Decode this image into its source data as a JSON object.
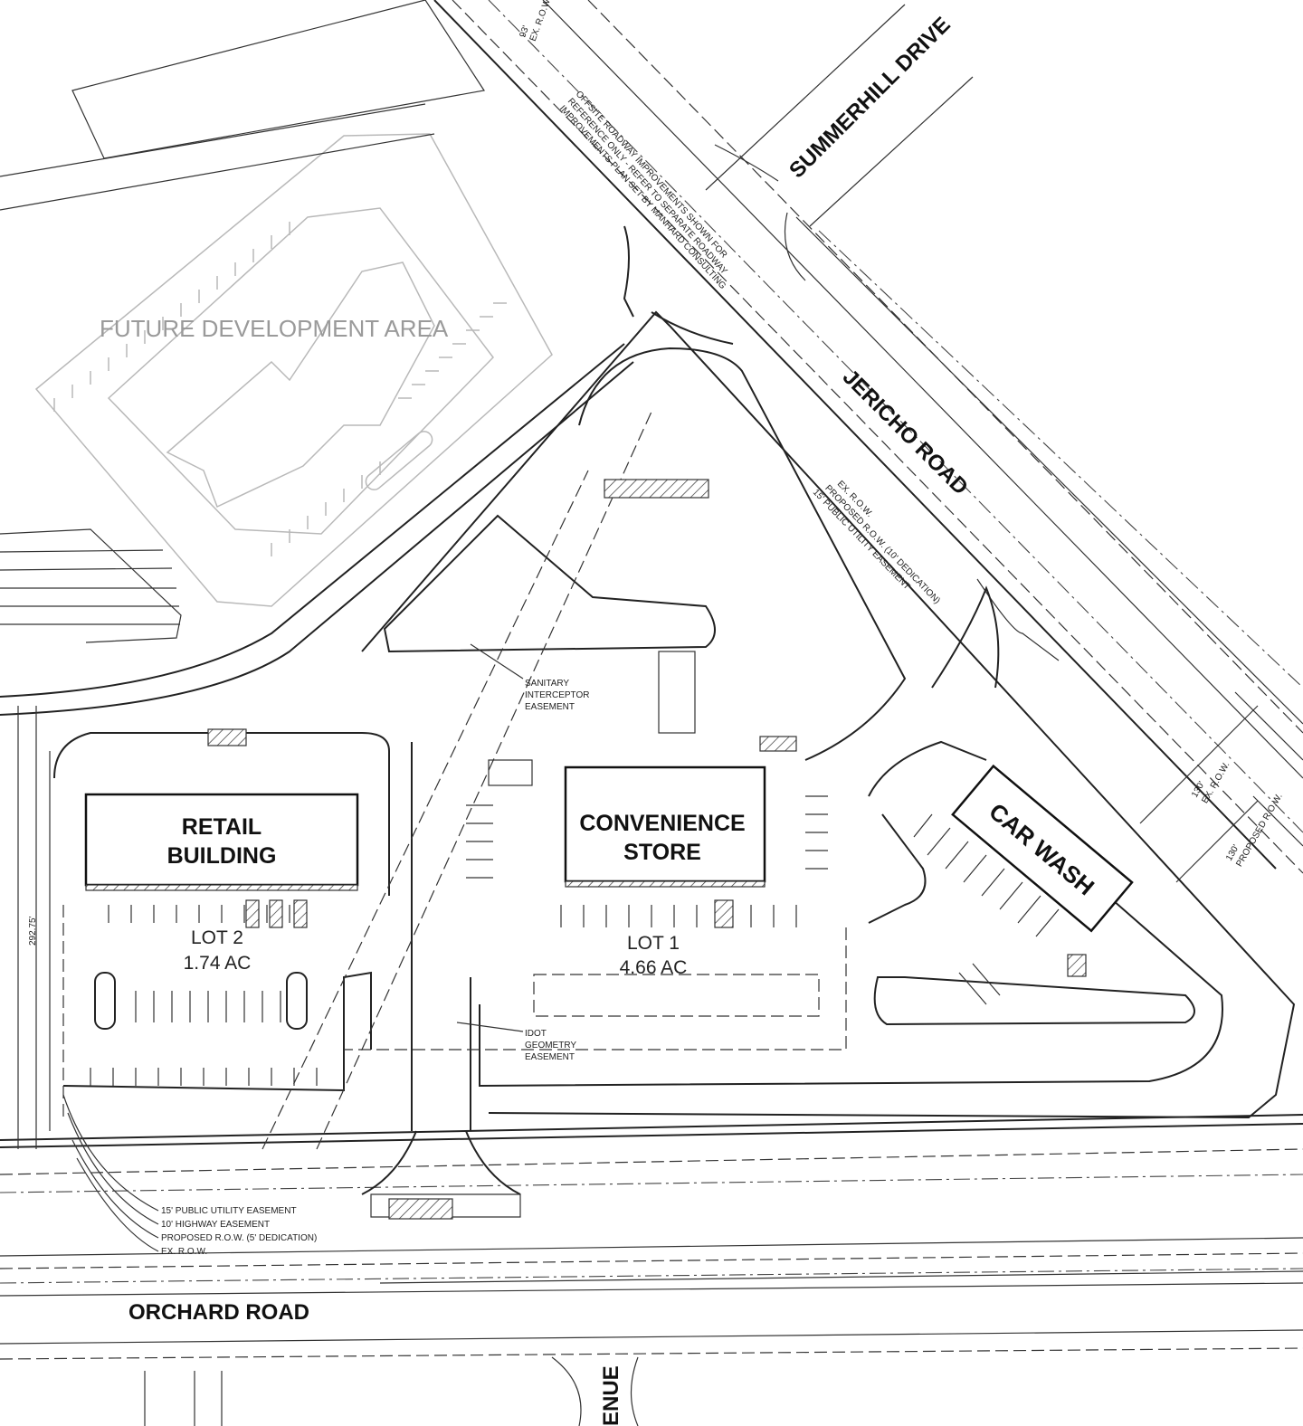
{
  "labels": {
    "future_development": "FUTURE DEVELOPMENT AREA",
    "summerhill_drive": "SUMMERHILL DRIVE",
    "jericho_road": "JERICHO ROAD",
    "orchard_road": "ORCHARD ROAD",
    "venue_street": "ENUE",
    "retail_building_line1": "RETAIL",
    "retail_building_line2": "BUILDING",
    "convenience_line1": "CONVENIENCE",
    "convenience_line2": "STORE",
    "car_wash": "CAR WASH",
    "lot2_name": "LOT 2",
    "lot2_area": "1.74 AC",
    "lot1_name": "LOT 1",
    "lot1_area": "4.66 AC",
    "dimension_292": "292.75'"
  },
  "notes": {
    "offsite_line1": "OFFSITE ROADWAY IMPROVEMENTS SHOWN FOR",
    "offsite_line2": "REFERENCE ONLY - REFER TO SEPARATE ROADWAY",
    "offsite_line3": "IMPROVEMENTS PLAN SET BY MANHARD CONSULTING",
    "ex_row_93": "93'",
    "ex_row_93b": "EX. R.O.W.",
    "jericho_ex_row": "EX. R.O.W.",
    "jericho_prop_row": "PROPOSED R.O.W. (10' DEDICATION)",
    "jericho_pue": "15' PUBLIC UTILITY EASEMENT",
    "sanitary_line1": "SANITARY",
    "sanitary_line2": "INTERCEPTOR",
    "sanitary_line3": "EASEMENT",
    "idot_line1": "IDOT",
    "idot_line2": "GEOMETRY",
    "idot_line3": "EASEMENT",
    "row130_ex_a": "130'",
    "row130_ex_b": "EX. R.O.W.",
    "row130_prop_a": "130'",
    "row130_prop_b": "PROPOSED R.O.W.",
    "orchard_pue": "15' PUBLIC UTILITY EASEMENT",
    "orchard_hwy": "10' HIGHWAY EASEMENT",
    "orchard_prop_row": "PROPOSED R.O.W. (5' DEDICATION)",
    "orchard_ex_row": "EX. R.O.W."
  }
}
